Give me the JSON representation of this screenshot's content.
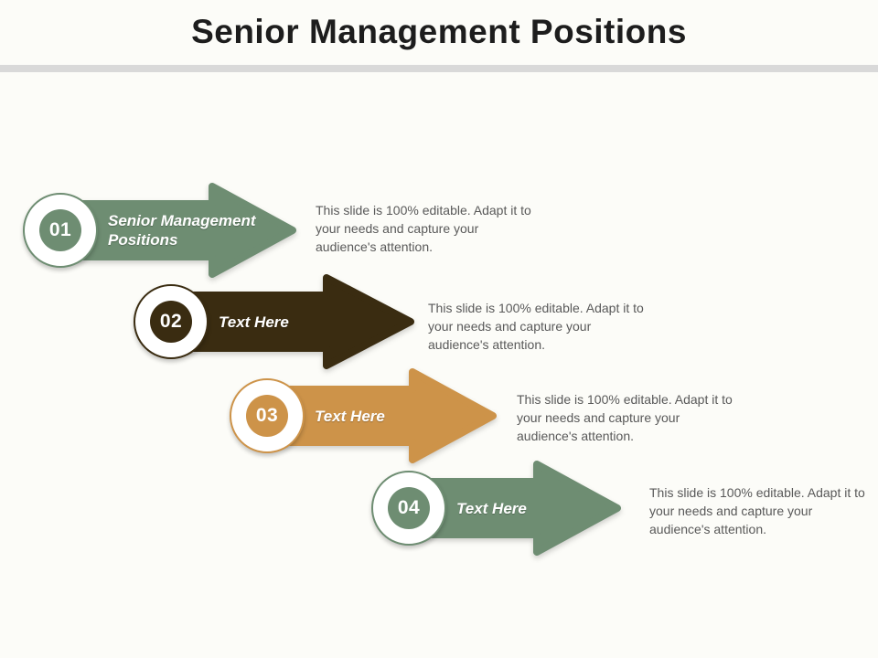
{
  "slide": {
    "title": "Senior Management Positions",
    "steps": [
      {
        "number": "01",
        "label": "Senior Management Positions",
        "description": "This slide is 100% editable. Adapt it to your needs and capture your audience's attention.",
        "color": "#6e8d72"
      },
      {
        "number": "02",
        "label": "Text Here",
        "description": "This slide is 100% editable. Adapt it to your needs and capture your audience's attention.",
        "color": "#3a2c11"
      },
      {
        "number": "03",
        "label": "Text Here",
        "description": "This slide is 100% editable. Adapt it to your needs and capture your audience's attention.",
        "color": "#cd9349"
      },
      {
        "number": "04",
        "label": "Text Here",
        "description": "This slide is 100% editable. Adapt it to your needs and capture your audience's attention.",
        "color": "#6e8d72"
      }
    ],
    "colors": {
      "accent_green": "#6e8d72",
      "accent_dark_brown": "#3a2c11",
      "accent_orange": "#cd9349",
      "divider_gray": "#d9d9d9",
      "description_text": "#595959",
      "title_text": "#1d1d1d",
      "background": "#fcfcf8"
    }
  }
}
